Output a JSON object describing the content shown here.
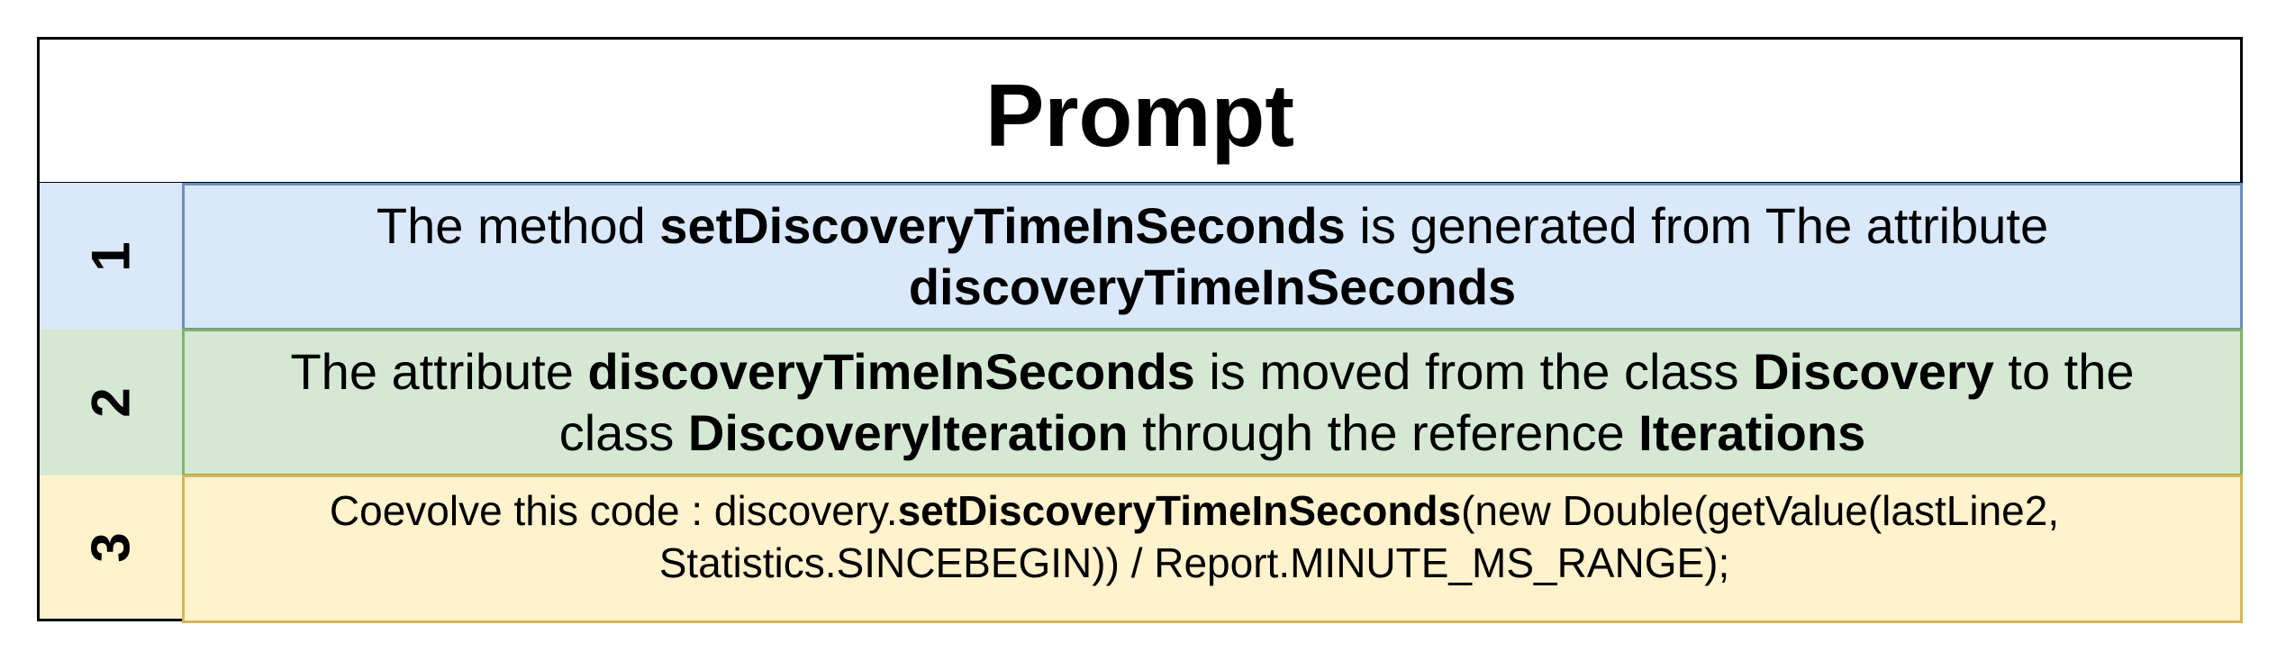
{
  "title": "Prompt",
  "rows": [
    {
      "number": "1",
      "color": "#dae8fc",
      "border_color": "#6c8ebf",
      "segments": [
        {
          "text": "The method ",
          "bold": false
        },
        {
          "text": "setDiscoveryTimeInSeconds",
          "bold": true
        },
        {
          "text": " is generated from  The attribute ",
          "bold": false
        },
        {
          "text": "discoveryTimeInSeconds",
          "bold": true
        }
      ]
    },
    {
      "number": "2",
      "color": "#d5e8d4",
      "border_color": "#82b366",
      "segments": [
        {
          "text": "The attribute ",
          "bold": false
        },
        {
          "text": "discoveryTimeInSeconds",
          "bold": true
        },
        {
          "text": " is moved from the class ",
          "bold": false
        },
        {
          "text": "Discovery",
          "bold": true
        },
        {
          "text": " to the class ",
          "bold": false
        },
        {
          "text": "DiscoveryIteration",
          "bold": true
        },
        {
          "text": " through the reference ",
          "bold": false
        },
        {
          "text": "Iterations",
          "bold": true
        }
      ]
    },
    {
      "number": "3",
      "color": "#fff2cc",
      "border_color": "#d6b656",
      "segments": [
        {
          "text": "Coevolve this code : discovery.",
          "bold": false
        },
        {
          "text": "setDiscoveryTimeInSeconds",
          "bold": true
        },
        {
          "text": "(new Double(getValue(lastLine2, Statistics.SINCEBEGIN)) / Report.MINUTE_MS_RANGE);",
          "bold": false
        }
      ]
    }
  ]
}
